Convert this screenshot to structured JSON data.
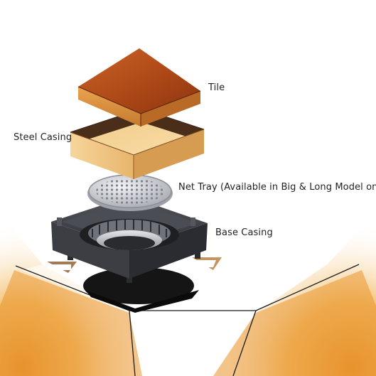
{
  "diagram": {
    "labels": {
      "tile": "Tile",
      "steel_casing": "Steel Casing",
      "net_tray": "Net Tray (Available in Big & Long Model only)",
      "base_casing": "Base Casing"
    },
    "colors": {
      "tile_top": "#b4521c",
      "tile_side": "#d98a3a",
      "steel_casing_face": "#f2c880",
      "steel_casing_inner": "#4a2e1a",
      "net_tray": "#d6d8de",
      "base_casing": "#3a3b40",
      "floor_glow": "#e8962c"
    }
  }
}
